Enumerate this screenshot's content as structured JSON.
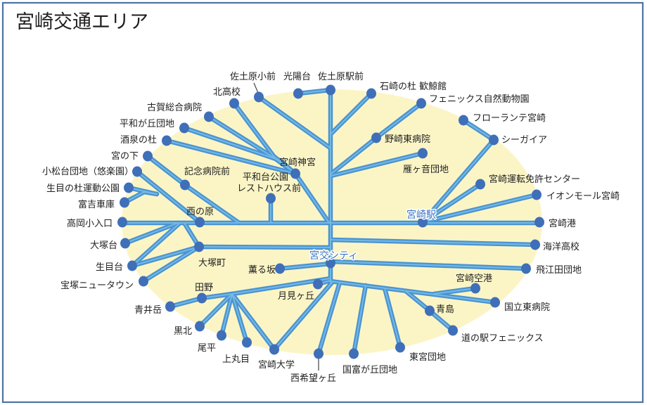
{
  "title": "宮崎交通エリア",
  "colors": {
    "line": "#4a93d0",
    "line_highlight": "#74b9e6",
    "station_dot": "#3f6fb8",
    "area_fill": "#fbf5c6",
    "hub_label": "#3b75c4",
    "frame": "#4e72a8",
    "label_text": "#222222",
    "title_text": "#1e1e1e"
  },
  "hubs": {
    "miyazaki_station": "宮崎駅",
    "miyako_city": "宮交シティ"
  },
  "stations": {
    "sadowara_sho_mae": "佐土原小前",
    "koyodai": "光陽台",
    "sadowara_eki_mae": "佐土原駅前",
    "sekizaki_no_mori": "石崎の杜 歓鯨館",
    "phoenix_zoo": "フェニックス自然動物園",
    "florante": "フローランテ宮崎",
    "seagaia": "シーガイア",
    "nozaki_higashi_hospital": "野崎東病院",
    "kita_koukou": "北高校",
    "koga_hospital": "古賀総合病院",
    "heiwagaoka_danchi": "平和が丘団地",
    "sakaizumi_no_mori": "酒泉の杜",
    "miyanoshita": "宮の下",
    "komatsudai_danchi": "小松台団地（悠楽園）",
    "ikime_no_mori_park": "生目の杜運動公園",
    "tomiyoshi_depot": "富吉車庫",
    "takaoka_sho_iriguchi": "高岡小入口",
    "kinen_hospital_mae": "記念病院前",
    "miyazaki_jingu": "宮崎神宮",
    "heiwadai_park_line1": "平和台公園",
    "heiwadai_park_line2": "レストハウス前",
    "nishinohara": "西の原",
    "otsukadai": "大塚台",
    "ikimedai": "生目台",
    "takarazuka_new_town": "宝塚ニュータウン",
    "otsukacho": "大塚町",
    "kaorusaka": "薫る坂",
    "tsukimigaoka": "月見ヶ丘",
    "tano": "田野",
    "aoidake": "青井岳",
    "kurokita": "黒北",
    "obira": "尾平",
    "kamimarume": "上丸目",
    "miyazaki_university": "宮崎大学",
    "nishikibougaoka": "西希望ヶ丘",
    "kunitomigaoka_danchi": "国富が丘団地",
    "higashimiya_danchi": "東宮団地",
    "michinoeki_phoenix": "道の駅フェニックス",
    "aoshima": "青島",
    "miyazaki_airport": "宮崎空港",
    "kokuritsu_higashi_hospital": "国立東病院",
    "hietada_danchi": "飛江田団地",
    "kaiyo_koukou": "海洋高校",
    "miyazaki_port": "宮崎港",
    "aeon_mall": "イオンモール宮崎",
    "license_center": "宮崎運転免許センター",
    "karigane_danchi": "雁ヶ音団地"
  }
}
